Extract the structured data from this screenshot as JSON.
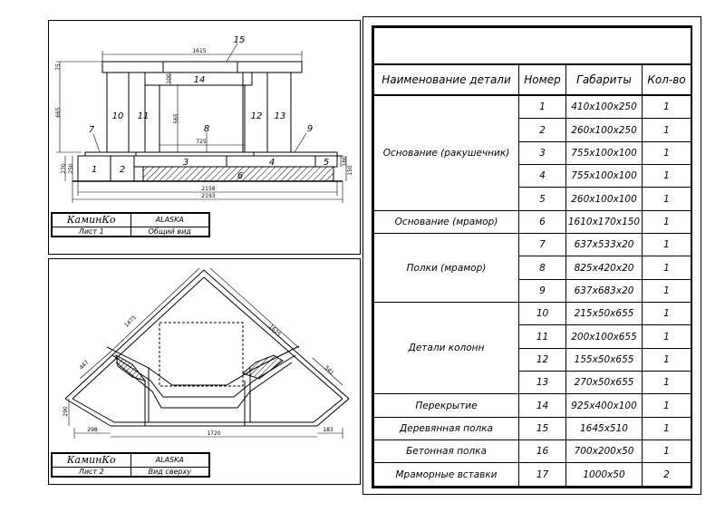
{
  "top_sheet": {
    "stamp": {
      "brand": "КаминКо",
      "model": "ALASKA",
      "sheet": "Лист 1",
      "view": "Общий вид"
    },
    "labels": {
      "p1": "1",
      "p2": "2",
      "p3": "3",
      "p4": "4",
      "p5": "5",
      "p6": "6",
      "p7": "7",
      "p8": "8",
      "p9": "9",
      "p10": "10",
      "p11": "11",
      "p12": "12",
      "p13": "13",
      "p14": "14",
      "p15": "15"
    },
    "dims": {
      "d1615": "1615",
      "d75": "75",
      "d100": "100",
      "d665": "665",
      "d565": "565",
      "d725": "725",
      "d270": "270",
      "d250": "250",
      "d2158": "2158",
      "d2193": "2193",
      "d180": "180",
      "d150": "150"
    }
  },
  "bottom_sheet": {
    "stamp": {
      "brand": "КаминКо",
      "model": "ALASKA",
      "sheet": "Лист 2",
      "view": "Вид сверху"
    },
    "dims": {
      "d1475": "1475",
      "d1625": "1625",
      "d447": "447",
      "d541": "541",
      "d290": "290",
      "d298": "298",
      "d1720": "1720",
      "d183": "183"
    }
  },
  "spec": {
    "headers": {
      "name": "Наименование детали",
      "num": "Номер",
      "size": "Габариты",
      "qty": "Кол-во"
    },
    "rows": [
      {
        "name": "Основание (ракушечник)",
        "num": "1",
        "size": "410x100x250",
        "qty": "1"
      },
      {
        "num": "2",
        "size": "260x100x250",
        "qty": "1"
      },
      {
        "num": "3",
        "size": "755x100x100",
        "qty": "1"
      },
      {
        "num": "4",
        "size": "755x100x100",
        "qty": "1"
      },
      {
        "num": "5",
        "size": "260x100x100",
        "qty": "1"
      },
      {
        "name": "Основание (мрамор)",
        "num": "6",
        "size": "1610x170x150",
        "qty": "1"
      },
      {
        "name": "Полки (мрамор)",
        "num": "7",
        "size": "637x533x20",
        "qty": "1"
      },
      {
        "num": "8",
        "size": "825x420x20",
        "qty": "1"
      },
      {
        "num": "9",
        "size": "637x683x20",
        "qty": "1"
      },
      {
        "name": "Детали колонн",
        "num": "10",
        "size": "215x50x655",
        "qty": "1"
      },
      {
        "num": "11",
        "size": "200x100x655",
        "qty": "1"
      },
      {
        "num": "12",
        "size": "155x50x655",
        "qty": "1"
      },
      {
        "num": "13",
        "size": "270x50x655",
        "qty": "1"
      },
      {
        "name": "Перекрытие",
        "num": "14",
        "size": "925x400x100",
        "qty": "1"
      },
      {
        "name": "Деревянная полка",
        "num": "15",
        "size": "1645x510",
        "qty": "1"
      },
      {
        "name": "Бетонная полка",
        "num": "16",
        "size": "700x200x50",
        "qty": "1"
      },
      {
        "name": "Мраморные вставки",
        "num": "17",
        "size": "1000x50",
        "qty": "2"
      }
    ]
  }
}
